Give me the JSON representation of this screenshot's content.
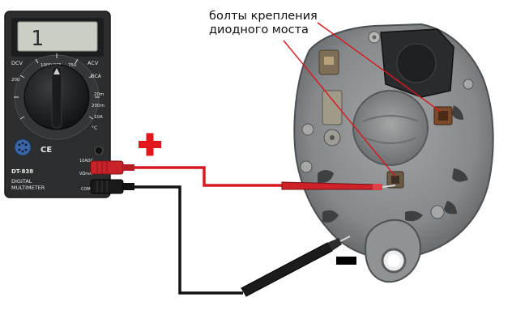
{
  "annotation": {
    "line1": "болты крепления",
    "line2": "диодного моста"
  },
  "multimeter": {
    "display_value": "1",
    "model": "DT-838",
    "brand_line1": "DIGITAL",
    "brand_line2": "MULTIMETER",
    "ranges": {
      "dcv": "DCV",
      "off": "OFF",
      "acv": "ACV",
      "dca": "DCA",
      "v1000": "1000",
      "v750": "750",
      "v200": "200",
      "a20m": "20m",
      "a200m": "200m",
      "a10": "10A",
      "temp": "°C"
    },
    "jacks": {
      "com": "COM",
      "vma": "VΩmA",
      "a10": "10ADC"
    }
  },
  "polarity": {
    "positive": "+",
    "negative": "−"
  },
  "colors": {
    "positive_wire": "#d71920",
    "negative_wire": "#111111",
    "plus_sign": "#e3161b",
    "minus_sign": "#000000",
    "meter_body": "#2b2d2e",
    "lcd": "#c9cfc4",
    "alternator": "#8d9092"
  }
}
